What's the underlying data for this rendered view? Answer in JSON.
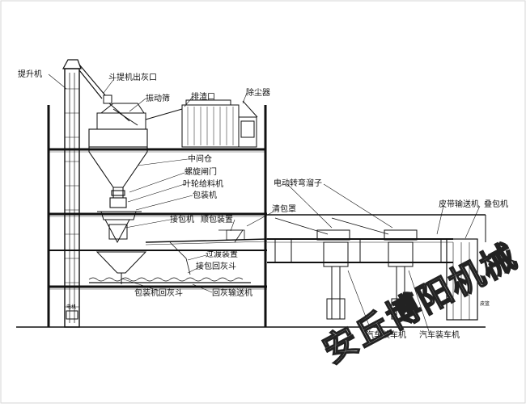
{
  "labels": {
    "elevator": "提升机",
    "elevator_outlet": "斗提机出灰口",
    "vibrating_screen": "振动筛",
    "slag_outlet": "排渣口",
    "dust_collector": "除尘器",
    "intermediate_bin": "中间仓",
    "screw_gate": "螺旋闸门",
    "impeller_feeder": "叶轮给料机",
    "packing_machine": "包装机",
    "bag_receiver": "接包机",
    "bag_smoothing": "顺包装置",
    "bag_cleaning": "清包罩",
    "motorized_chute": "电动转弯溜子",
    "belt_conveyor": "皮带输送机",
    "bag_stacker": "叠包机",
    "transition_device": "过渡装置",
    "ash_return_hopper_receiver": "接包回灰斗",
    "packer_ash_hopper": "包装机回灰斗",
    "ash_return_conveyor": "回灰输送机",
    "truck_loader_1": "汽车装车机",
    "truck_loader_2": "汽车装车机",
    "small_note": "皮篮",
    "elevator_base_note": "电机"
  },
  "watermark": "安丘博阳机械"
}
